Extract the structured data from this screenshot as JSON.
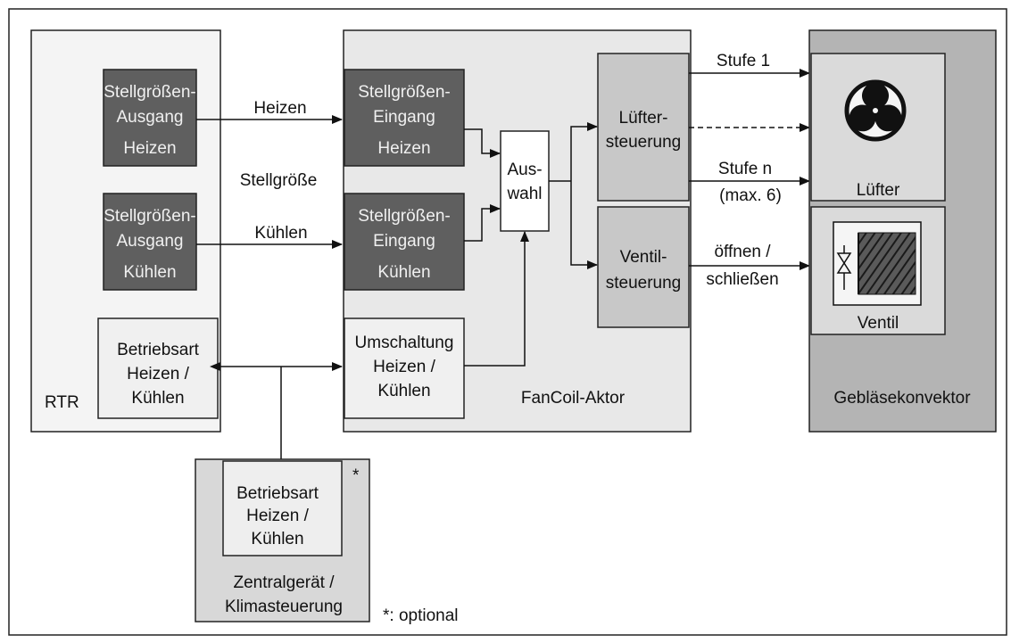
{
  "colors": {
    "frame": "#222222",
    "rtr_fill": "#f4f4f4",
    "dark_block": "#5f5f5f",
    "light_block": "#f0f0f0",
    "aktor_fill": "#e8e8e8",
    "control_block": "#c8c8c8",
    "konvektor_fill": "#b4b4b4",
    "konvektor_inner": "#dadada",
    "zentral_fill": "#d8d8d8"
  },
  "rtr": {
    "label": "RTR",
    "out_heat": [
      "Stellgrößen-",
      "Ausgang",
      "Heizen"
    ],
    "out_cool": [
      "Stellgrößen-",
      "Ausgang",
      "Kühlen"
    ],
    "mode": [
      "Betriebsart",
      "Heizen /",
      "Kühlen"
    ]
  },
  "links": {
    "heat": "Heizen",
    "cool": "Kühlen",
    "signal": "Stellgröße"
  },
  "aktor": {
    "label": "FanCoil-Aktor",
    "in_heat": [
      "Stellgrößen-",
      "Eingang",
      "Heizen"
    ],
    "in_cool": [
      "Stellgrößen-",
      "Eingang",
      "Kühlen"
    ],
    "switch": [
      "Umschaltung",
      "Heizen /",
      "Kühlen"
    ],
    "select": [
      "Aus-",
      "wahl"
    ],
    "fan_ctrl": [
      "Lüfter-",
      "steuerung"
    ],
    "valve_ctrl": [
      "Ventil-",
      "steuerung"
    ]
  },
  "outputs": {
    "stage1": "Stufe 1",
    "stagen": "Stufe n",
    "max": "(max. 6)",
    "valve_cmd": [
      "öffnen /",
      "schließen"
    ]
  },
  "konvektor": {
    "label": "Gebläsekonvektor",
    "fan": "Lüfter",
    "valve": "Ventil",
    "fan_icon": "fan-icon",
    "valve_icon": "valve-icon"
  },
  "zentral": {
    "mode": [
      "Betriebsart",
      "Heizen /",
      "Kühlen"
    ],
    "label": [
      "Zentralgerät /",
      "Klimasteuerung"
    ],
    "star": "*"
  },
  "footnote": "*: optional"
}
